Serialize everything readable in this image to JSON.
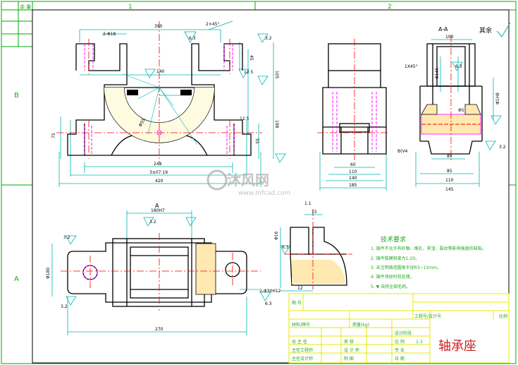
{
  "colors": {
    "frame": "#00aa00",
    "outline": "#000000",
    "dim": "#00b4b4",
    "center": "#ff0000",
    "hidden": "#ff00ff",
    "title_block": "#e8e800",
    "text_green": "#22aa22",
    "text_red": "#cc2222",
    "watermark": "#b0b0b0"
  },
  "zone_labels": {
    "top_1": "1",
    "top_2": "2",
    "side_b": "B",
    "side_a": "A"
  },
  "corner_note": "余 量",
  "roughness_note": "其余",
  "views": {
    "section_aa": "A-A",
    "view_a": "A",
    "view_a_arrow": "A"
  },
  "dims_front": [
    "390",
    "2×45°",
    "2-Φ18",
    "45",
    "12.5",
    "105",
    "198",
    "12.5",
    "55",
    "248",
    "3±07.19",
    "420",
    "75",
    "140",
    "6.3",
    "3.2",
    "Φ55"
  ],
  "dims_side": [
    "60",
    "110",
    "140",
    "185"
  ],
  "dims_section": [
    "100",
    "6.3",
    "1X45°",
    "Φ145",
    "Φ1H8",
    "Φ5",
    "85",
    "85",
    "110",
    "145",
    "B(V4",
    "3.2"
  ],
  "dims_plan": [
    "180H7",
    "3.2",
    "Φ180",
    "3.2",
    "2-Φ30H12",
    "6.3",
    "270",
    "3.2"
  ],
  "dims_detail": [
    "Φ16",
    "15",
    "12",
    "6.3",
    "1.1"
  ],
  "tech": {
    "title": "技术要求",
    "items": [
      "1. 铸件不允许有砂眼、缩孔、夹渣、裂纹等影响强度的缺陷。",
      "2. 铸件拔模斜度为1:20。",
      "3. 未注明铸造圆角半径R3~15mm。",
      "4. 铸件须经时效处理。",
      "5. ▼ 去除全部毛刺。"
    ]
  },
  "title_block": {
    "drawing_no_label": "图 号",
    "project_label": "工程号/设计号",
    "scale_label": "比例",
    "material_label": "材料/牌号",
    "mass_label": "质量(kg)",
    "stage_label": "设计阶段",
    "roles": [
      "总 主 任",
      "主任工程师",
      "主任设计师"
    ],
    "role_right": [
      "审 核",
      "设 计 师",
      "制 图"
    ],
    "stage_cells": [
      "比 例",
      "专 业",
      "日 期"
    ],
    "scale_value": "1:3",
    "part_name": "轴承座"
  },
  "watermark": {
    "brand": "沐风网",
    "url": "www.mfcad.com"
  }
}
